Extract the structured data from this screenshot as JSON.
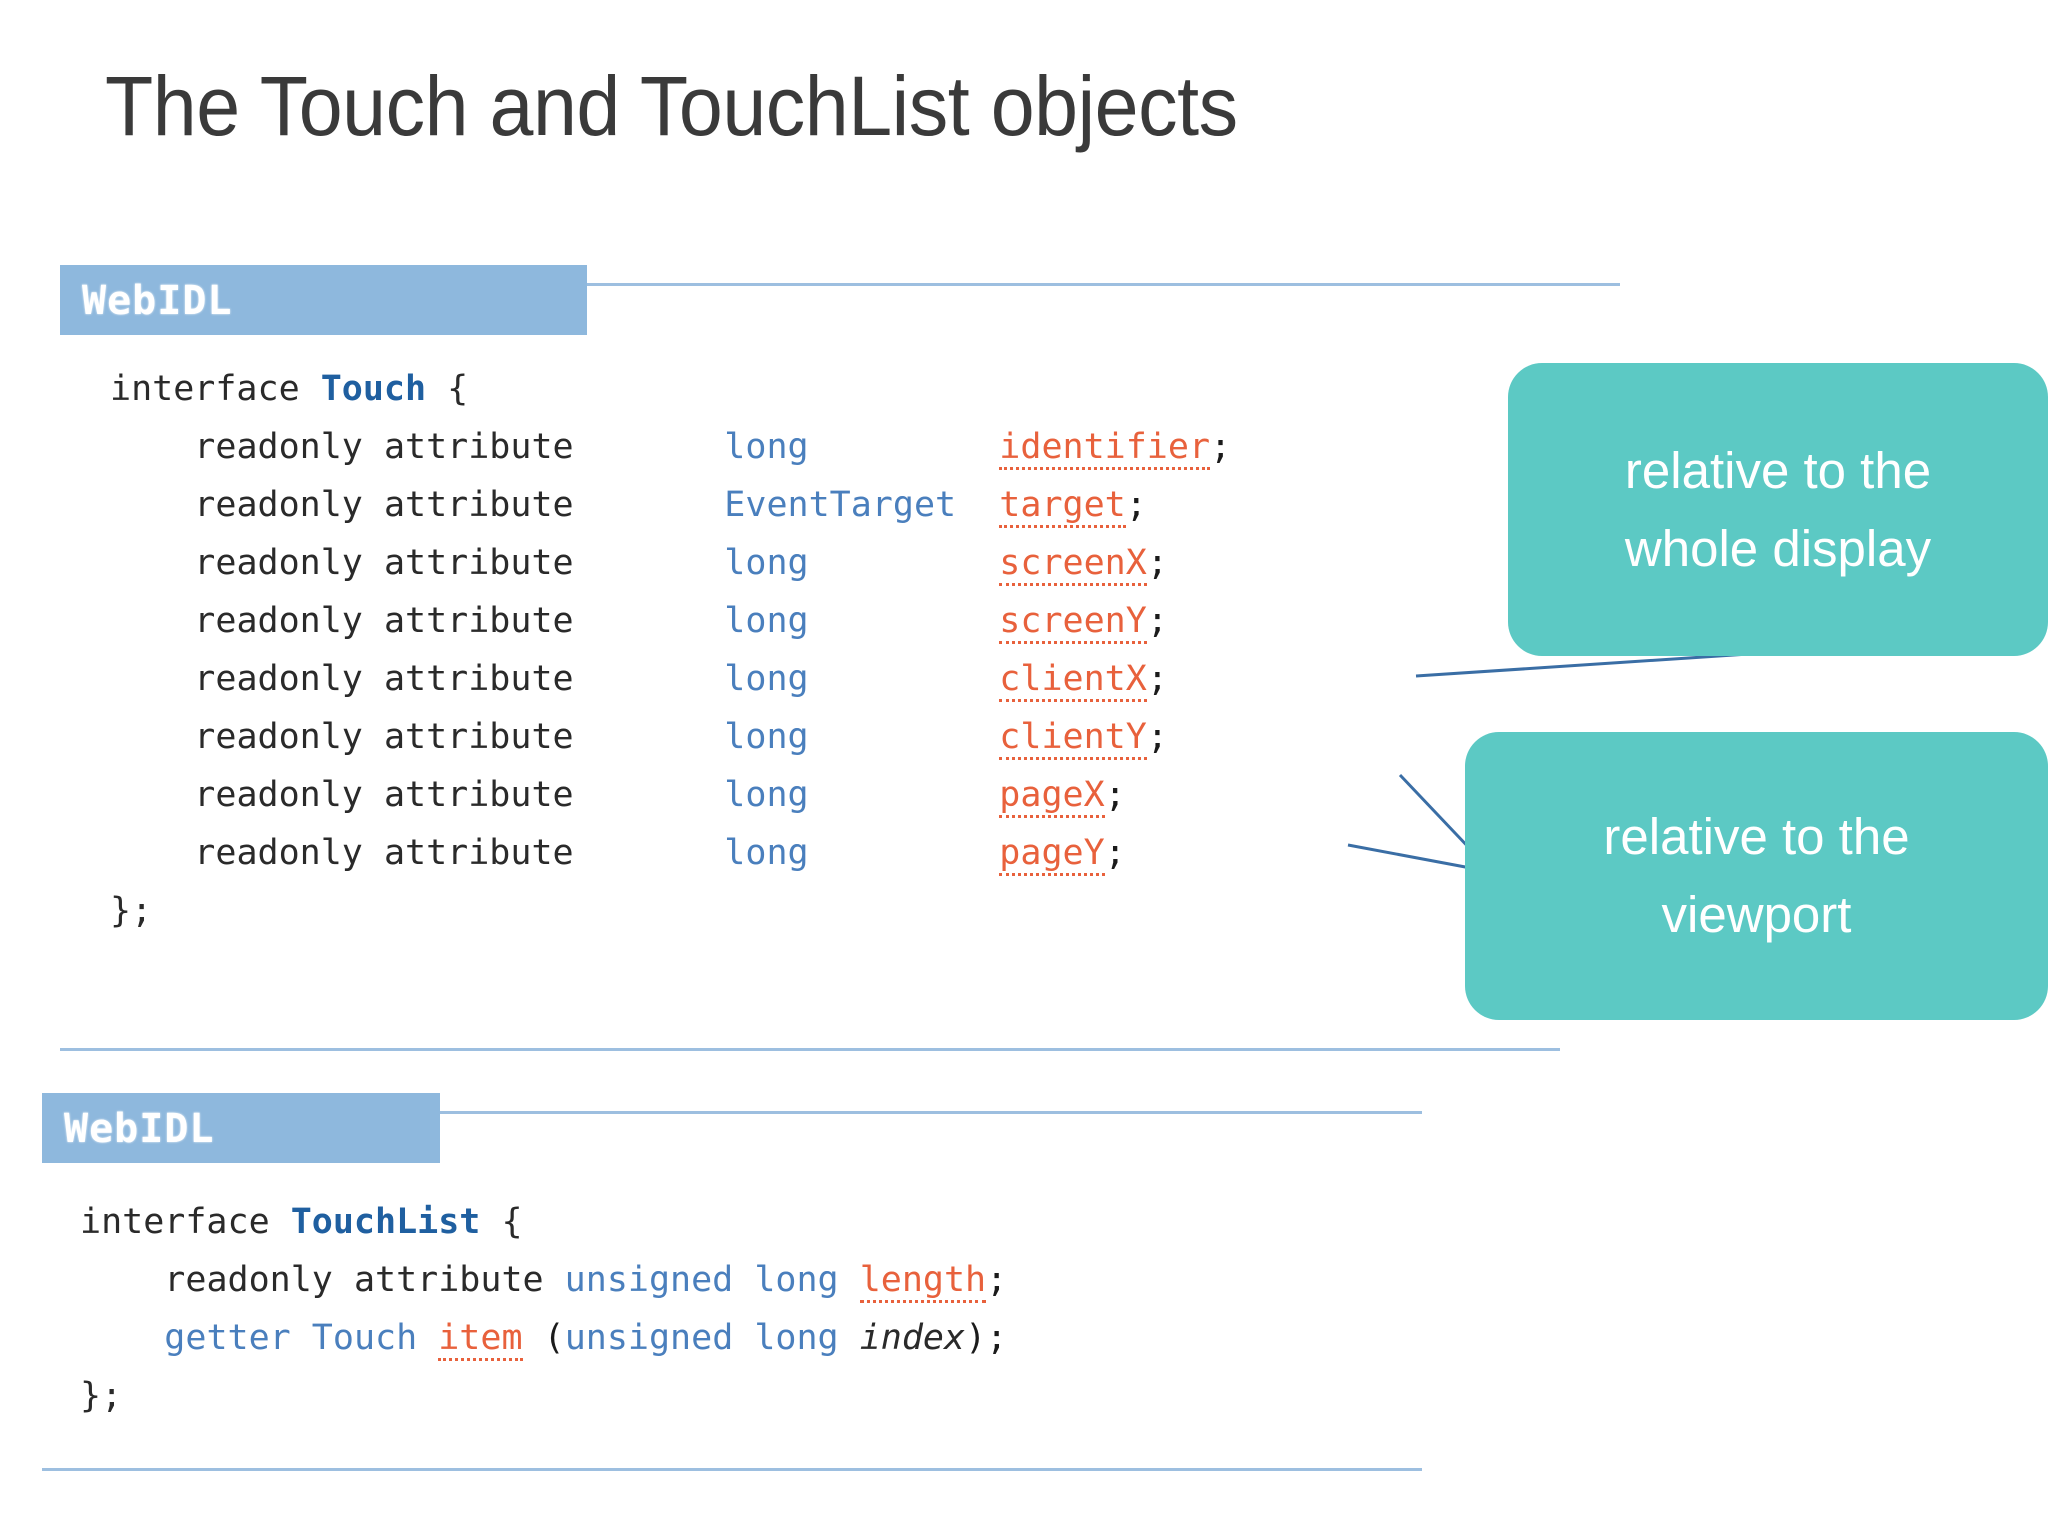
{
  "slide": {
    "title": "The Touch and TouchList objects",
    "background": "#FFFFFF"
  },
  "colors": {
    "badge_blue": "#8EB8DD",
    "rule_blue": "#9DBFE0",
    "callout_teal": "#5CC9C4",
    "interface_blue": "#1F5FA0",
    "type_blue": "#4A7FBD",
    "property_orange": "#E8613C",
    "text_dark": "#2A2A2A",
    "connector_blue": "#3A6EA5"
  },
  "blocks": [
    {
      "badge_label": "WebIDL",
      "code_lines": [
        {
          "indent": 0,
          "segments": [
            {
              "text": "interface ",
              "kind": "kw"
            },
            {
              "text": "Touch",
              "kind": "iface"
            },
            {
              "text": " {",
              "kind": "brace"
            }
          ]
        },
        {
          "indent": 1,
          "segments": [
            {
              "text": "readonly attribute ",
              "kind": "kw",
              "col": "pre"
            },
            {
              "text": "long",
              "kind": "type",
              "col": "type"
            },
            {
              "text": "identifier",
              "kind": "prop"
            },
            {
              "text": ";",
              "kind": "punct"
            }
          ]
        },
        {
          "indent": 1,
          "segments": [
            {
              "text": "readonly attribute ",
              "kind": "kw",
              "col": "pre"
            },
            {
              "text": "EventTarget",
              "kind": "type",
              "col": "type"
            },
            {
              "text": "target",
              "kind": "prop"
            },
            {
              "text": ";",
              "kind": "punct"
            }
          ]
        },
        {
          "indent": 1,
          "segments": [
            {
              "text": "readonly attribute ",
              "kind": "kw",
              "col": "pre"
            },
            {
              "text": "long",
              "kind": "type",
              "col": "type"
            },
            {
              "text": "screenX",
              "kind": "prop"
            },
            {
              "text": ";",
              "kind": "punct"
            }
          ]
        },
        {
          "indent": 1,
          "segments": [
            {
              "text": "readonly attribute ",
              "kind": "kw",
              "col": "pre"
            },
            {
              "text": "long",
              "kind": "type",
              "col": "type"
            },
            {
              "text": "screenY",
              "kind": "prop"
            },
            {
              "text": ";",
              "kind": "punct"
            }
          ]
        },
        {
          "indent": 1,
          "segments": [
            {
              "text": "readonly attribute ",
              "kind": "kw",
              "col": "pre"
            },
            {
              "text": "long",
              "kind": "type",
              "col": "type"
            },
            {
              "text": "clientX",
              "kind": "prop"
            },
            {
              "text": ";",
              "kind": "punct"
            }
          ]
        },
        {
          "indent": 1,
          "segments": [
            {
              "text": "readonly attribute ",
              "kind": "kw",
              "col": "pre"
            },
            {
              "text": "long",
              "kind": "type",
              "col": "type"
            },
            {
              "text": "clientY",
              "kind": "prop"
            },
            {
              "text": ";",
              "kind": "punct"
            }
          ]
        },
        {
          "indent": 1,
          "segments": [
            {
              "text": "readonly attribute ",
              "kind": "kw",
              "col": "pre"
            },
            {
              "text": "long",
              "kind": "type",
              "col": "type"
            },
            {
              "text": "pageX",
              "kind": "prop"
            },
            {
              "text": ";",
              "kind": "punct"
            }
          ]
        },
        {
          "indent": 1,
          "segments": [
            {
              "text": "readonly attribute ",
              "kind": "kw",
              "col": "pre"
            },
            {
              "text": "long",
              "kind": "type",
              "col": "type"
            },
            {
              "text": "pageY",
              "kind": "prop"
            },
            {
              "text": ";",
              "kind": "punct"
            }
          ]
        },
        {
          "indent": 0,
          "segments": [
            {
              "text": "};",
              "kind": "brace"
            }
          ]
        }
      ]
    },
    {
      "badge_label": "WebIDL",
      "code_lines": [
        {
          "indent": 0,
          "segments": [
            {
              "text": "interface ",
              "kind": "kw"
            },
            {
              "text": "TouchList",
              "kind": "iface"
            },
            {
              "text": " {",
              "kind": "brace"
            }
          ]
        },
        {
          "indent": 1,
          "segments": [
            {
              "text": "readonly attribute ",
              "kind": "kw"
            },
            {
              "text": "unsigned long ",
              "kind": "type"
            },
            {
              "text": "length",
              "kind": "prop"
            },
            {
              "text": ";",
              "kind": "punct"
            }
          ]
        },
        {
          "indent": 1,
          "segments": [
            {
              "text": "getter Touch ",
              "kind": "type"
            },
            {
              "text": "item",
              "kind": "prop"
            },
            {
              "text": " (",
              "kind": "punct"
            },
            {
              "text": "unsigned long ",
              "kind": "type"
            },
            {
              "text": "index",
              "kind": "param"
            },
            {
              "text": ");",
              "kind": "punct"
            }
          ]
        },
        {
          "indent": 0,
          "segments": [
            {
              "text": "};",
              "kind": "brace"
            }
          ]
        }
      ]
    }
  ],
  "callouts": [
    {
      "id": "callout-whole-display",
      "lines": [
        "relative to the",
        "whole display"
      ],
      "text": "relative to the whole display",
      "points_to": [
        "screenX",
        "screenY"
      ]
    },
    {
      "id": "callout-viewport",
      "lines": [
        "relative to the",
        "viewport"
      ],
      "text": "relative to the viewport",
      "points_to": [
        "clientY",
        "pageX"
      ]
    }
  ]
}
